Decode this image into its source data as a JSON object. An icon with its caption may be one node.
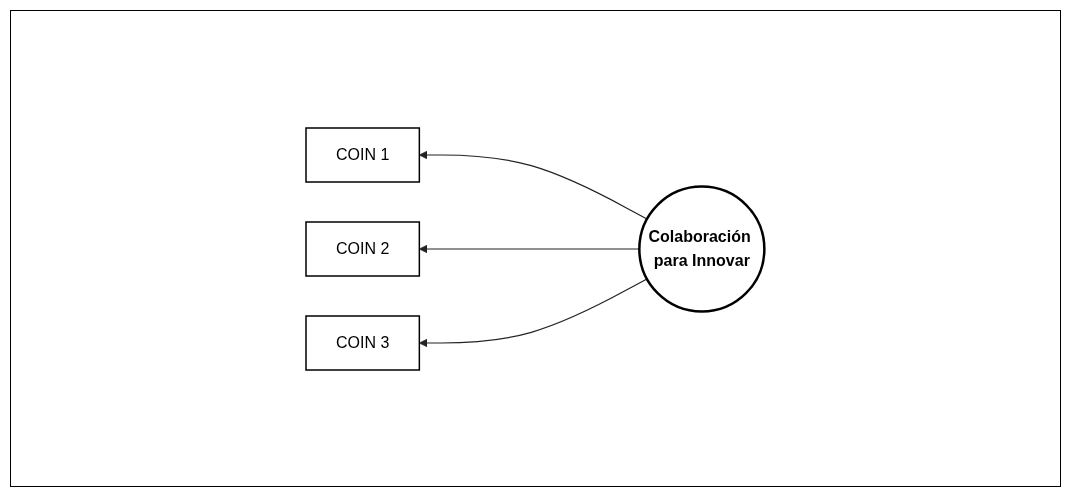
{
  "diagram": {
    "nodes": [
      {
        "text": [
          "COIN 1"
        ]
      },
      {
        "text": [
          "COIN 2"
        ]
      },
      {
        "text": [
          "COIN 3"
        ]
      },
      {
        "text": [
          "Colaboración para Innovar"
        ]
      }
    ],
    "edges": [
      {
        "from": 3,
        "to": 0,
        "arrow": "to"
      },
      {
        "from": 3,
        "to": 1,
        "arrow": "to"
      },
      {
        "from": 3,
        "to": 2,
        "arrow": "to"
      }
    ]
  }
}
